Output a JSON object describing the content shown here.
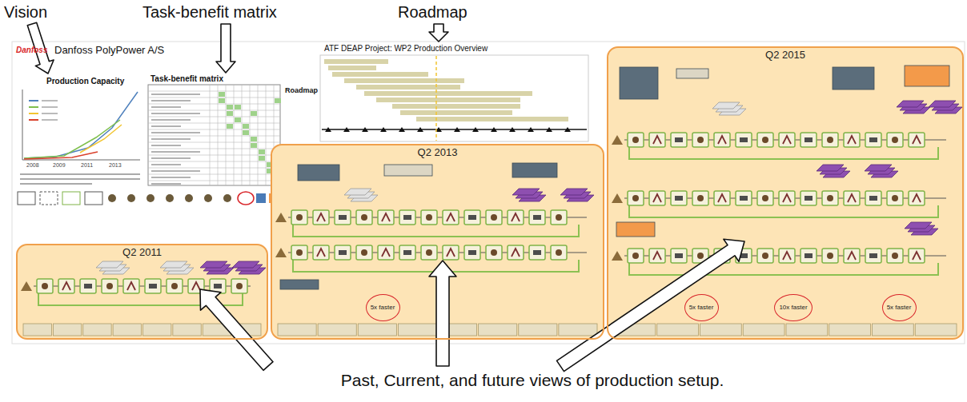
{
  "diagram": {
    "caption": "Past, Current, and future views of production setup.",
    "nodes": [
      {
        "text": [
          "Q2 2011"
        ]
      },
      {
        "text": [
          "Q2 2013"
        ]
      },
      {
        "text": [
          "Q2 2015"
        ]
      },
      {
        "text": [
          "5x faster"
        ],
        "in": 1
      },
      {
        "text": [
          "5x faster"
        ],
        "in": 2
      },
      {
        "text": [
          "10x faster"
        ],
        "in": 2
      },
      {
        "text": [
          "5x faster"
        ],
        "in": 2
      }
    ],
    "labels": [
      "Vision",
      "Task-benefit matrix",
      "Roadmap",
      "Danfoss",
      "Danfoss PolyPower A/S",
      "ATF DEAP Project: WP2 Production Overview",
      "Production Capacity",
      "Task-benefit matrix",
      "Roadmap",
      "2008",
      "2009",
      "2011",
      "2013"
    ]
  }
}
